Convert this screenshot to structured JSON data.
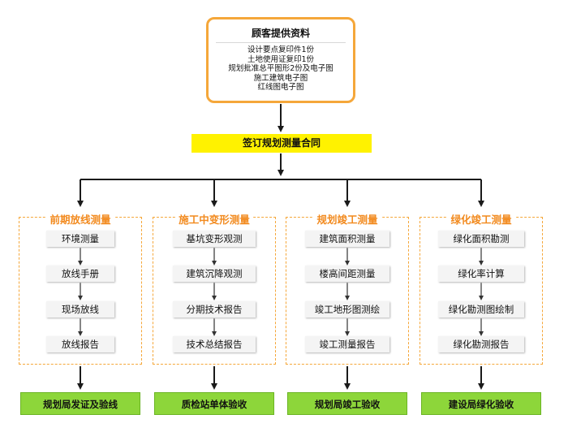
{
  "client": {
    "title": "顾客提供资料",
    "items": [
      "设计要点复印件1份",
      "土地使用证复印1份",
      "规划批准总平图形2份及电子图",
      "施工建筑电子图",
      "红线图电子图"
    ]
  },
  "contract": "签订规划测量合同",
  "columns": [
    {
      "title": "前期放线测量",
      "steps": [
        "环境测量",
        "放线手册",
        "现场放线",
        "放线报告"
      ],
      "result": "规划局发证及验线"
    },
    {
      "title": "施工中变形测量",
      "steps": [
        "基坑变形观测",
        "建筑沉降观测",
        "分期技术报告",
        "技术总结报告"
      ],
      "result": "质检站单体验收"
    },
    {
      "title": "规划竣工测量",
      "steps": [
        "建筑面积测量",
        "楼高间距测量",
        "竣工地形图测绘",
        "竣工测量报告"
      ],
      "result": "规划局竣工验收"
    },
    {
      "title": "绿化竣工测量",
      "steps": [
        "绿化面积勘测",
        "绿化率计算",
        "绿化勘测图绘制",
        "绿化勘测报告"
      ],
      "result": "建设局绿化验收"
    }
  ],
  "colors": {
    "orange": "#f5a73a",
    "title_orange": "#f28a1e",
    "yellow": "#fff200",
    "green": "#8dd63a"
  }
}
